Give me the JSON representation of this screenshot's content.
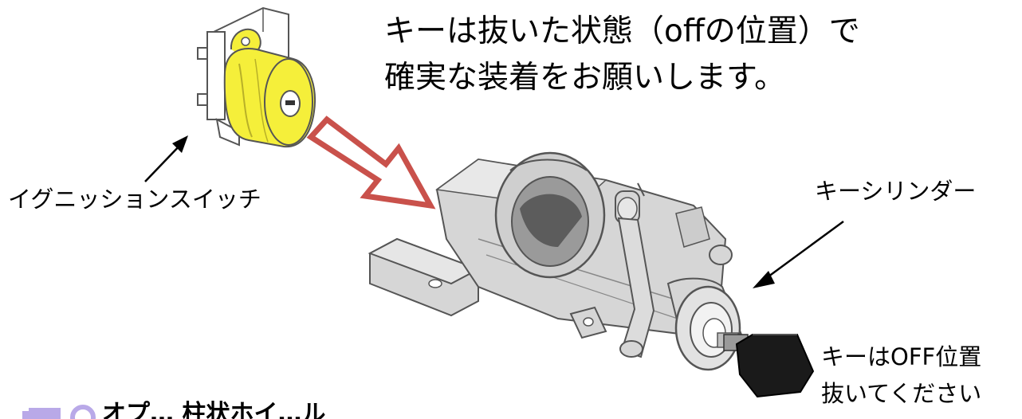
{
  "headline": {
    "line1": "キーは抜いた状態（offの位置）で",
    "line2": "確実な装着をお願いします。"
  },
  "labels": {
    "ignition_switch": "イグニッションスイッチ",
    "key_cylinder": "キーシリンダー",
    "key_note_line1": "キーはOFF位置",
    "key_note_line2": "抜いてください"
  },
  "footer": {
    "partial_text": "オプ… 柱状ホイ…ル"
  },
  "colors": {
    "ignition_switch_fill": "#f5ef3a",
    "assembly_fill": "#d6d6d6",
    "assembly_stroke": "#555555",
    "outline_arrow": "#c9514b",
    "key_fill": "#1a1a1a",
    "footer_icon": "#b9a9e8"
  },
  "icons": {
    "direction_arrow": "hollow-arrow-icon",
    "pointer_arrows": "pointer-arrow-icon"
  }
}
